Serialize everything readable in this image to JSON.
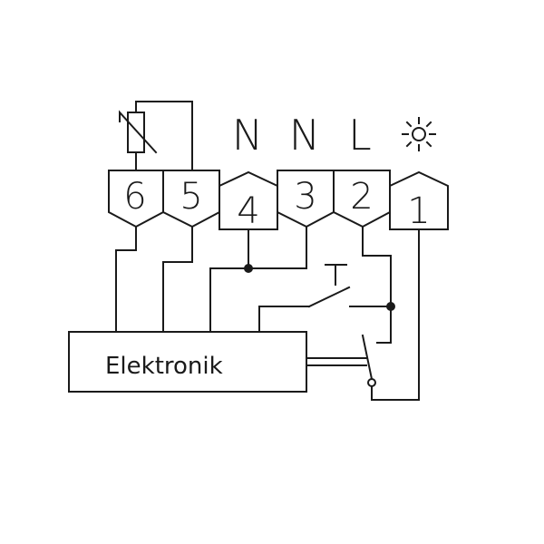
{
  "supply_labels": [
    "N",
    "N",
    "L"
  ],
  "terminals": [
    "6",
    "5",
    "4",
    "3",
    "2",
    "1"
  ],
  "electronics_label": "Elektronik",
  "icons": {
    "light": "sun-icon",
    "sensor": "thermistor-icon"
  }
}
